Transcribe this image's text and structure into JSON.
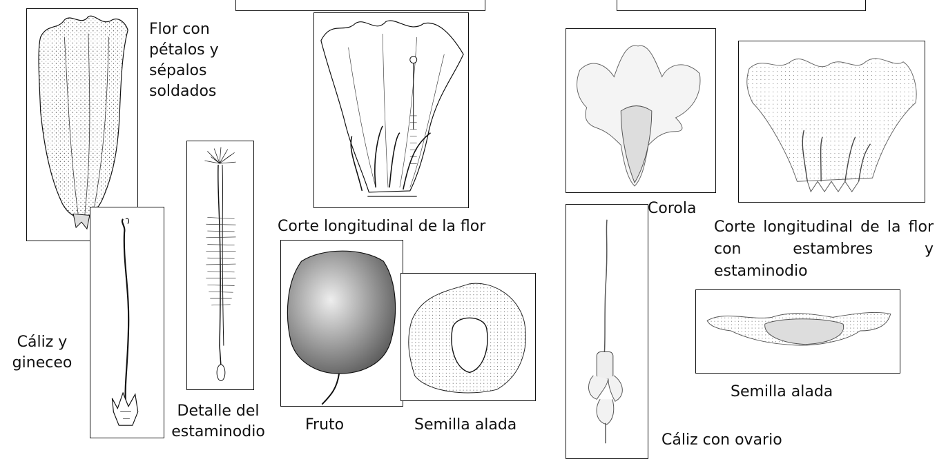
{
  "left_plate": {
    "flower_label": "Flor con pétalos y sépalos soldados",
    "calyx_gyno_label": "Cáliz y gineceo",
    "staminode_label": "Detalle del estaminodio",
    "long_section_label": "Corte longitudinal de la flor",
    "fruit_label": "Fruto",
    "seed_label": "Semilla alada"
  },
  "right_plate": {
    "corolla_label": "Corola",
    "long_section_label": "Corte longitudinal de la flor con estambres y estaminodio",
    "seed_label": "Semilla alada",
    "calyx_ovary_label": "Cáliz con ovario"
  },
  "colors": {
    "ink": "#111111",
    "stipple": "#555555",
    "background": "#ffffff"
  }
}
